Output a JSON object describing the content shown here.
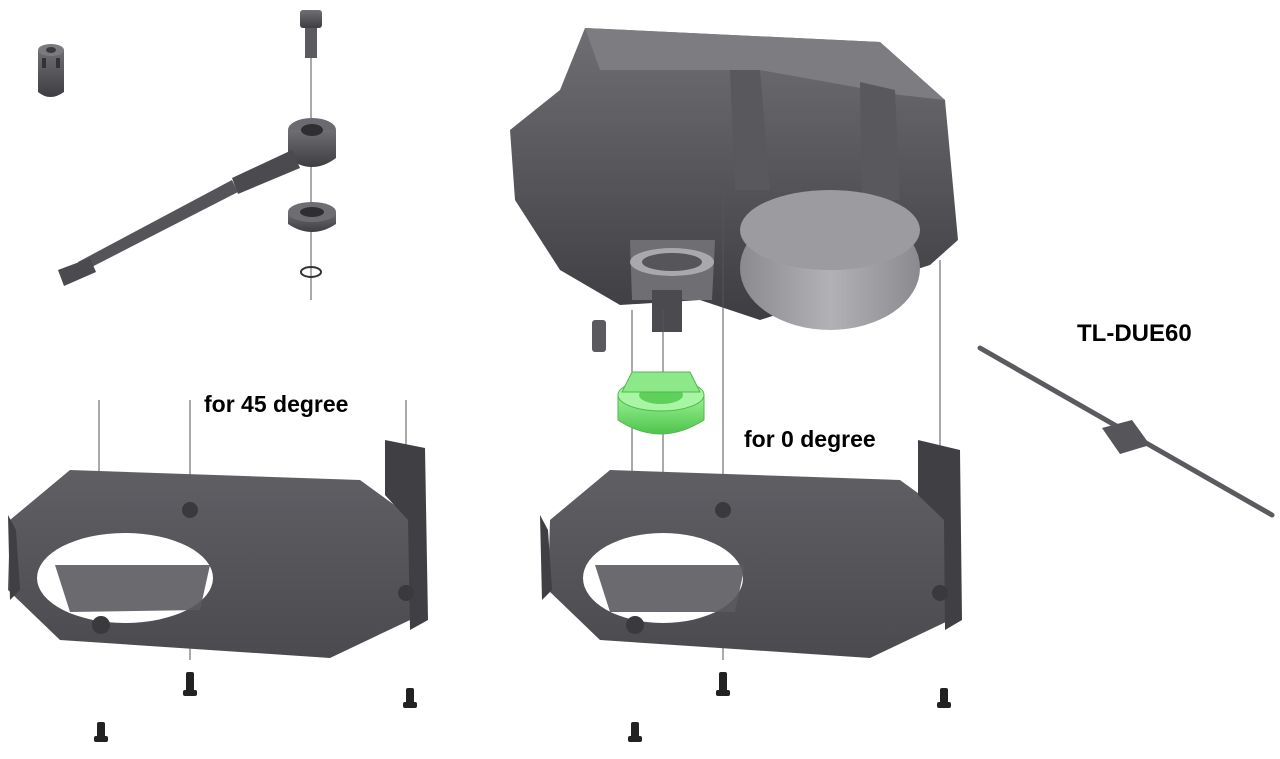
{
  "labels": {
    "angle_45": "for 45 degree",
    "angle_0": "for 0 degree",
    "tool": "TL-DUE60"
  },
  "colors": {
    "background": "#ffffff",
    "part_dark": "#4a4a4e",
    "part_mid": "#6b6b70",
    "part_light": "#8c8c92",
    "highlight_part": "#7ee07a",
    "guide_line": "#555555"
  },
  "parts": [
    "bushing-icon",
    "bolt-icon",
    "crank-arm-sensor-icon",
    "bearing-icon",
    "snap-ring-icon",
    "drive-unit-icon",
    "lock-ring-icon",
    "cover-45-degree-icon",
    "cover-0-degree-icon",
    "tool-tl-due60-icon",
    "screw-icon"
  ]
}
